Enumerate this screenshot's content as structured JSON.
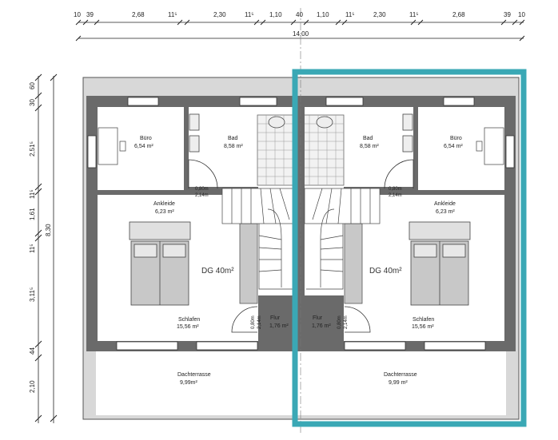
{
  "top_dimensions": {
    "segments": [
      "10",
      "39",
      "2,68",
      "11⁵",
      "2,30",
      "11⁵",
      "1,10",
      "40",
      "1,10",
      "11⁵",
      "2,30",
      "11⁵",
      "2,68",
      "39",
      "10"
    ],
    "total": "14,00"
  },
  "left_dimensions": {
    "segments": [
      "60",
      "30",
      "2,51⁵",
      "11⁵",
      "1,61",
      "11⁵",
      "3,11⁵",
      "44",
      "2,10"
    ],
    "total": "8,30"
  },
  "left_unit": {
    "rooms": {
      "buero": {
        "name": "Büro",
        "area": "6,54 m²"
      },
      "bad": {
        "name": "Bad",
        "area": "8,58 m²"
      },
      "ankleide": {
        "name": "Ankleide",
        "area": "6,23 m²"
      },
      "dg": {
        "label": "DG 40m²"
      },
      "schlafen": {
        "name": "Schlafen",
        "area": "15,56 m²"
      },
      "flur": {
        "name": "Flur",
        "area": "1,76 m²"
      },
      "dachterrasse": {
        "name": "Dachterrasse",
        "area": "9,99m²"
      }
    },
    "door_bad": {
      "w": "0,80m",
      "h": "2,14m"
    },
    "door_flur": {
      "w": "0,80m",
      "h": "2,14m"
    }
  },
  "right_unit": {
    "rooms": {
      "buero": {
        "name": "Büro",
        "area": "6,54 m²"
      },
      "bad": {
        "name": "Bad",
        "area": "8,58 m²"
      },
      "ankleide": {
        "name": "Ankleide",
        "area": "6,23 m²"
      },
      "dg": {
        "label": "DG 40m²"
      },
      "schlafen": {
        "name": "Schlafen",
        "area": "15,56 m²"
      },
      "flur": {
        "name": "Flur",
        "area": "1,76 m²"
      },
      "dachterrasse": {
        "name": "Dachterrasse",
        "area": "9,99 m²"
      }
    },
    "door_bad": {
      "w": "0,80m",
      "h": "2,14m"
    },
    "door_flur": {
      "w": "0,80m",
      "h": "2,14m"
    }
  },
  "highlight_color": "#3aa8b5"
}
